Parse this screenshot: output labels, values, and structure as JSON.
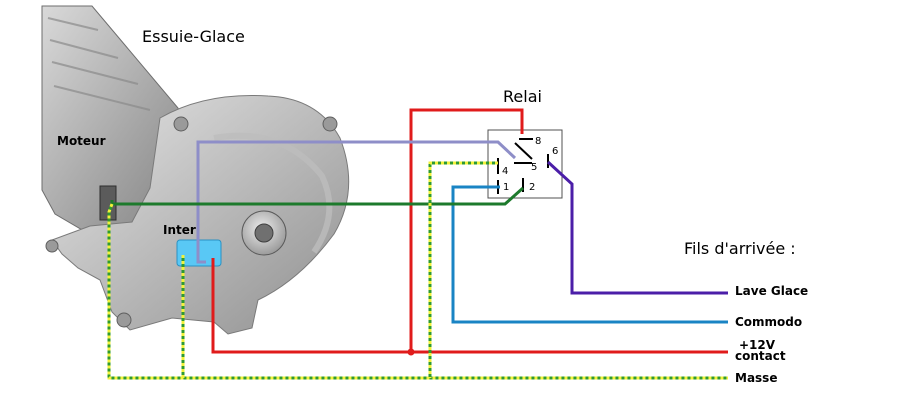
{
  "diagram": {
    "title": "Essuie-Glace",
    "relay_title": "Relai",
    "incoming_title": "Fils d'arrivée :",
    "motor_label": "Moteur",
    "switch_label": "Inter",
    "relay_pins": [
      "8",
      "6",
      "4",
      "5",
      "1",
      "2"
    ],
    "wires": [
      {
        "label": "Lave Glace",
        "color": "#4b1ea8"
      },
      {
        "label": "Commodo",
        "color": "#1a84c4"
      },
      {
        "label_line1": "+12V",
        "label_line2": "contact",
        "color": "#e01b1b"
      },
      {
        "label": "Masse",
        "color": "#2f9a2f",
        "accent": "#f2f23a"
      }
    ],
    "motor_ground_wire_color": "#1d7a2c",
    "relay_feed_wire_color": "#8e8ec8"
  }
}
